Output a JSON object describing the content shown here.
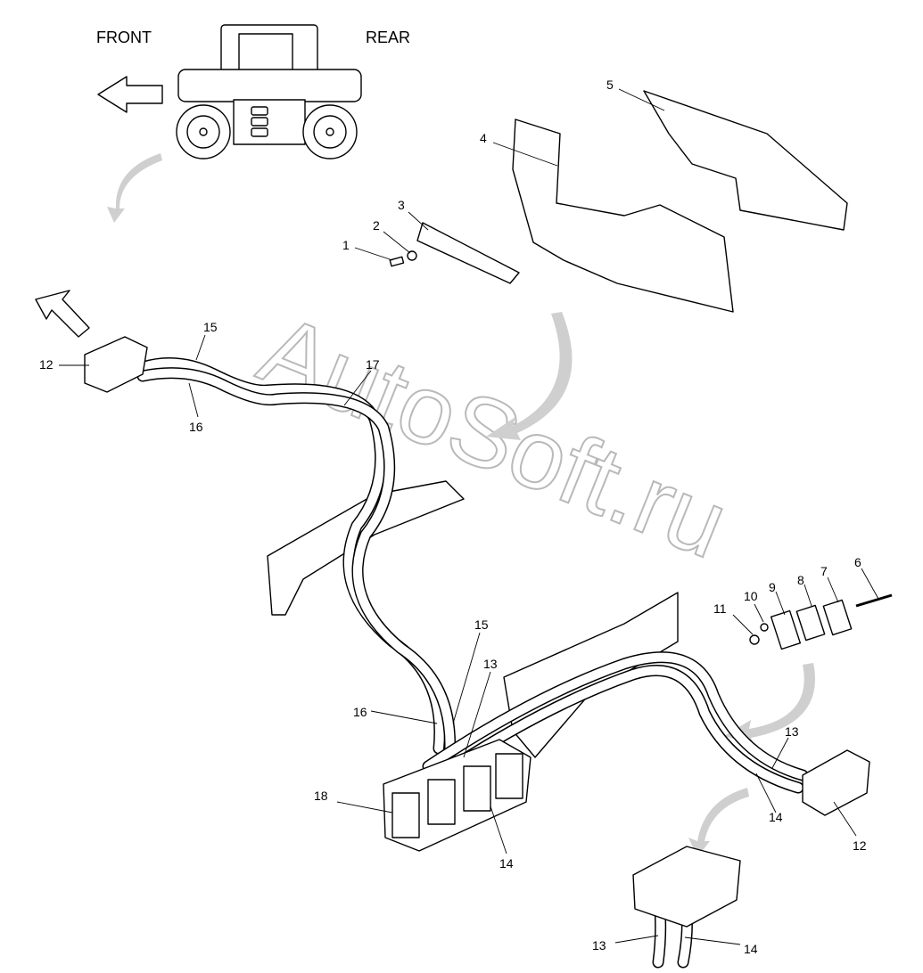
{
  "orientation": {
    "front": "FRONT",
    "rear": "REAR"
  },
  "watermark": "AutoSoft.ru",
  "callouts": [
    "1",
    "2",
    "3",
    "4",
    "5",
    "6",
    "7",
    "8",
    "9",
    "10",
    "11",
    "12",
    "15",
    "16",
    "17",
    "12",
    "13",
    "14",
    "15",
    "16",
    "13",
    "14",
    "18",
    "14",
    "13",
    "14"
  ],
  "colors": {
    "line": "#000000",
    "watermark": "#b9b9b9",
    "guide_arrow": "#cfcfcf"
  }
}
